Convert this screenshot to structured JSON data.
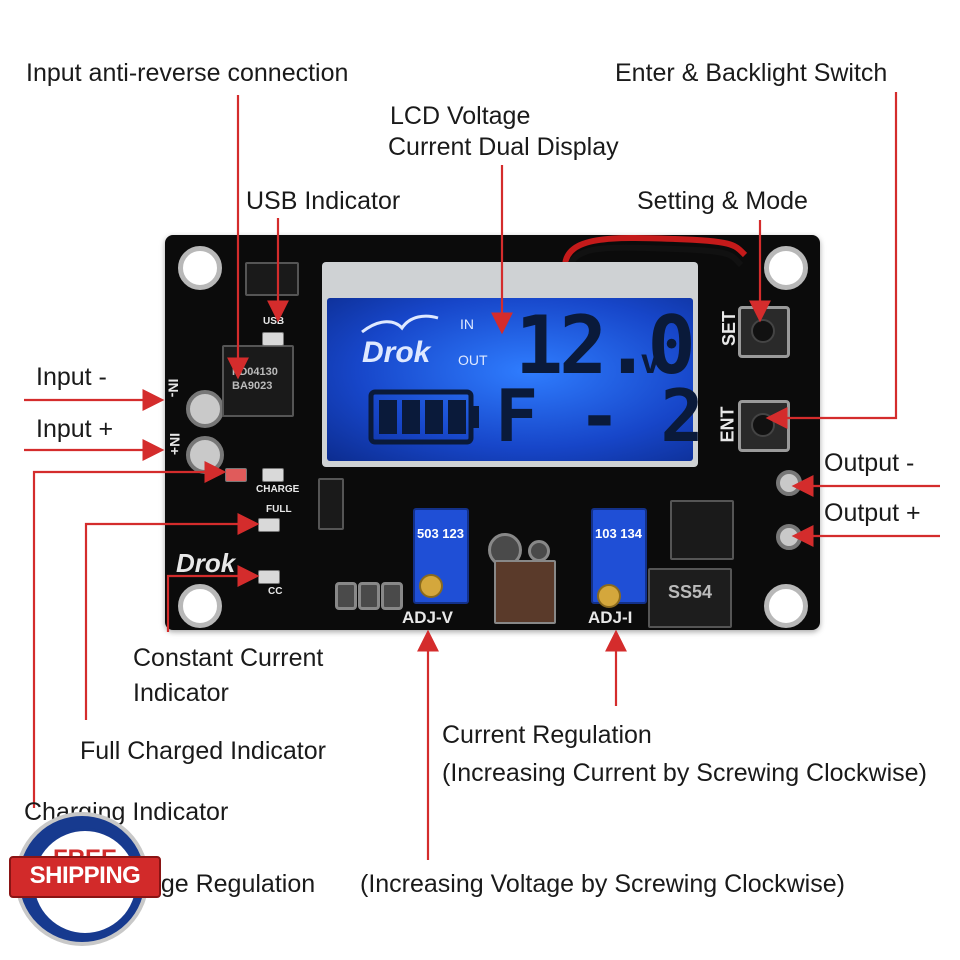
{
  "labels": {
    "input_anti_reverse": "Input anti-reverse connection",
    "enter_backlight": "Enter & Backlight Switch",
    "lcd_voltage_line1": "LCD Voltage",
    "lcd_voltage_line2": "Current Dual Display",
    "usb_indicator": "USB Indicator",
    "setting_mode": "Setting & Mode",
    "input_minus": "Input -",
    "input_plus": "Input +",
    "output_minus": "Output -",
    "output_plus": "Output +",
    "constant_current_line1": "Constant Current",
    "constant_current_line2": "Indicator",
    "full_charged": "Full Charged Indicator",
    "charging": "Charging Indicator",
    "current_reg_line1": "Current Regulation",
    "current_reg_line2": "(Increasing Current by Screwing Clockwise)",
    "voltage_reg": "tage Regulation",
    "voltage_reg_note": "(Increasing Voltage by Screwing Clockwise)"
  },
  "lcd": {
    "brand": "Drok",
    "in": "IN",
    "out": "OUT",
    "value": "12.0",
    "unit": "v",
    "mode": "F - 2"
  },
  "silkscreen": {
    "set": "SET",
    "ent": "ENT",
    "usb": "USB",
    "charge": "CHARGE",
    "full": "FULL",
    "cc": "CC",
    "adj_v": "ADJ-V",
    "adj_i": "ADJ-I",
    "in_minus": "IN-",
    "in_plus": "IN+",
    "brand": "Drok",
    "pot_v": "503 123",
    "pot_i": "103 134",
    "diode": "SS54",
    "ic_main": "BA9023",
    "ic_top": "PD04130"
  },
  "badge": {
    "free": "FREE",
    "shipping": "SHIPPING",
    "stars": "★★★★"
  },
  "colors": {
    "arrow": "#d42c2c",
    "lcd_blue": "#1f5fe6",
    "board": "#0b0b0b"
  }
}
